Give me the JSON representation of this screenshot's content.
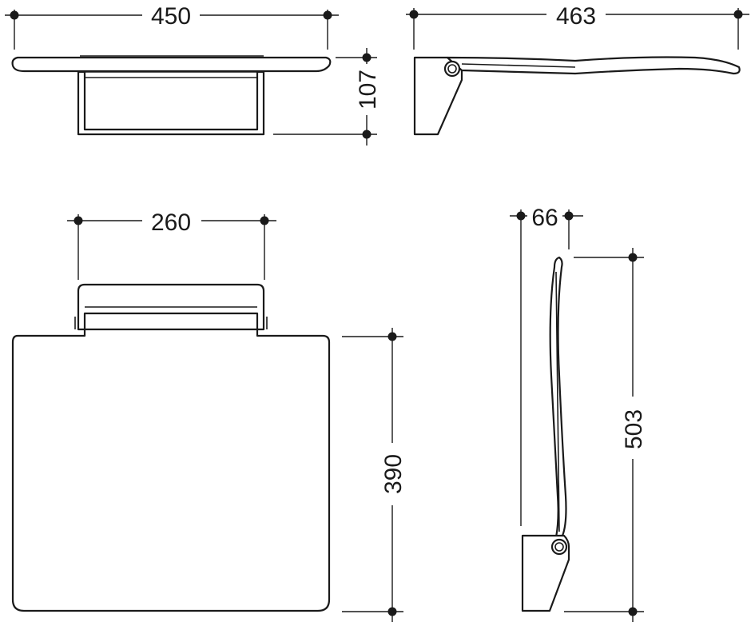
{
  "dimensions": {
    "seat_width": "450",
    "seat_depth": "463",
    "seat_height": "107",
    "bracket_width": "260",
    "seat_length": "390",
    "folded_depth": "66",
    "folded_height": "503"
  }
}
